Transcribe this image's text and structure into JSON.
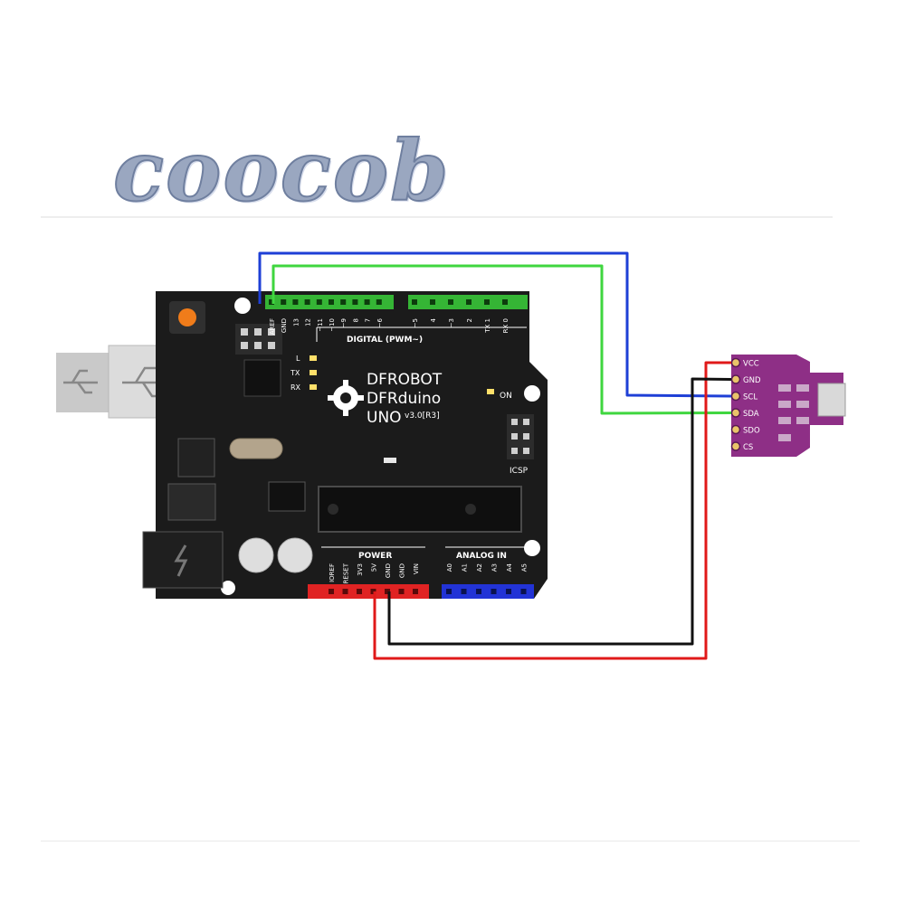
{
  "watermark": "coocob",
  "board": {
    "brand": "DFROBOT",
    "model": "DFRduino",
    "model_uno": "UNO",
    "version": "v3.0[R3]",
    "digital_title": "DIGITAL (PWM~)",
    "digital_pins": [
      "AREF",
      "GND",
      "13",
      "12",
      "~11",
      "~10",
      "~9",
      "8",
      "7",
      "~6",
      "~5",
      "4",
      "~3",
      "2",
      "TX 1",
      "RX 0"
    ],
    "led_labels": [
      "L",
      "TX",
      "RX"
    ],
    "on_label": "ON",
    "icsp_label": "ICSP",
    "power_title": "POWER",
    "power_pins": [
      "IOREF",
      "RESET",
      "3V3",
      "5V",
      "GND",
      "GND",
      "VIN"
    ],
    "analog_title": "ANALOG IN",
    "analog_pins": [
      "A0",
      "A1",
      "A2",
      "A3",
      "A4",
      "A5"
    ]
  },
  "sensor": {
    "pins": [
      "VCC",
      "GND",
      "SCL",
      "SDA",
      "SDO",
      "CS"
    ]
  },
  "colors": {
    "wire_scl": "#1e3fd6",
    "wire_sda": "#3fd63f",
    "wire_vcc": "#e01919",
    "wire_gnd": "#111111",
    "board": "#1b1b1b",
    "digital_header": "#35b535",
    "power_header": "#e02323",
    "analog_header": "#2233d6",
    "sensor_pcb": "#8e2f86"
  }
}
